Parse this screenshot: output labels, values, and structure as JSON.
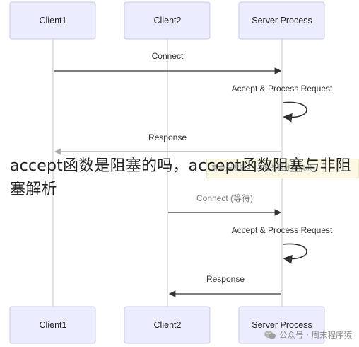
{
  "actors": [
    {
      "id": "client1",
      "label": "Client1"
    },
    {
      "id": "client2",
      "label": "Client2"
    },
    {
      "id": "server",
      "label": "Server Process"
    }
  ],
  "messages": [
    {
      "id": "connect1",
      "from": "client1",
      "to": "server",
      "label": "Connect",
      "faded": false
    },
    {
      "id": "accept1",
      "from": "server",
      "to": "server",
      "label": "Accept & Process Request",
      "faded": false
    },
    {
      "id": "response1",
      "from": "server",
      "to": "client1",
      "label": "Response",
      "faded": false
    },
    {
      "id": "connect2",
      "from": "client2",
      "to": "server",
      "label": "Connect (等待)",
      "faded": true
    },
    {
      "id": "accept2",
      "from": "server",
      "to": "server",
      "label": "Accept & Process Request",
      "faded": false
    },
    {
      "id": "response2",
      "from": "server",
      "to": "client2",
      "label": "Response",
      "faded": false
    }
  ],
  "overlay_title": "accept函数是阻塞的吗，accept函数阻塞与非阻塞解析",
  "hidden_note": "客户端发送... 由服务器处理请求",
  "watermark": {
    "text": "公众号 · 周末程序猿",
    "icon": "wechat-icon"
  }
}
